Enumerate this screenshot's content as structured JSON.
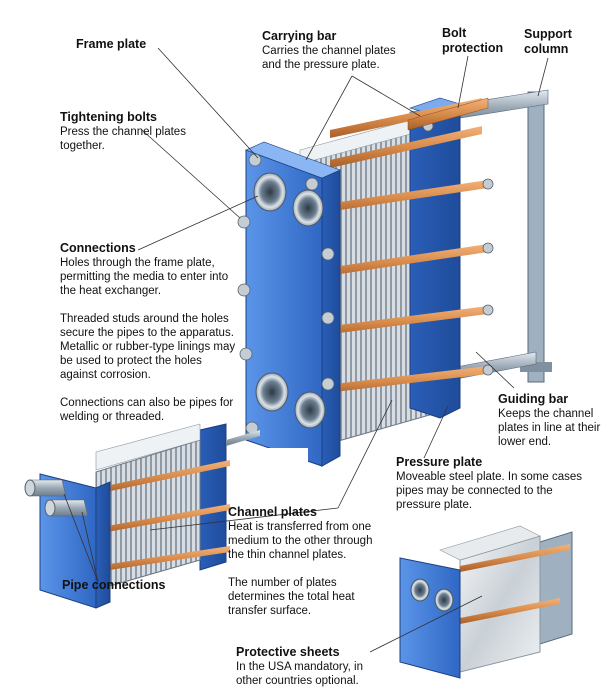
{
  "labels": {
    "frame_plate": {
      "title": "Frame plate"
    },
    "carrying_bar": {
      "title": "Carrying bar",
      "desc": "Carries the channel plates and the pressure plate."
    },
    "bolt_protection": {
      "title": "Bolt protection"
    },
    "support_column": {
      "title": "Support column"
    },
    "tightening_bolts": {
      "title": "Tightening bolts",
      "desc": "Press the channel plates together."
    },
    "connections": {
      "title": "Connections",
      "desc": "Holes through the frame plate, permitting the media to enter into the heat exchanger.",
      "desc2": "Threaded studs around the holes secure the pipes to the apparatus. Metallic or rubber-type linings may be used to protect the holes against corrosion.",
      "desc3": "Connections can also be pipes for welding or threaded."
    },
    "guiding_bar": {
      "title": "Guiding bar",
      "desc": "Keeps the channel plates in line at their lower end."
    },
    "pressure_plate": {
      "title": "Pressure plate",
      "desc": "Moveable steel plate. In some cases pipes may be connected to the pressure plate."
    },
    "channel_plates": {
      "title": "Channel plates",
      "desc": "Heat is transferred from one medium to the other through the thin channel plates.",
      "desc2": "The number of plates determines the total heat transfer surface."
    },
    "pipe_connections": {
      "title": "Pipe connections"
    },
    "protective_sheets": {
      "title": "Protective sheets",
      "desc": "In the USA mandatory, in other countries optional."
    }
  },
  "colors": {
    "frame_blue": "#3a78d8",
    "copper": "#d98b4a",
    "steel": "#b9c3cc",
    "leader": "#333333"
  }
}
